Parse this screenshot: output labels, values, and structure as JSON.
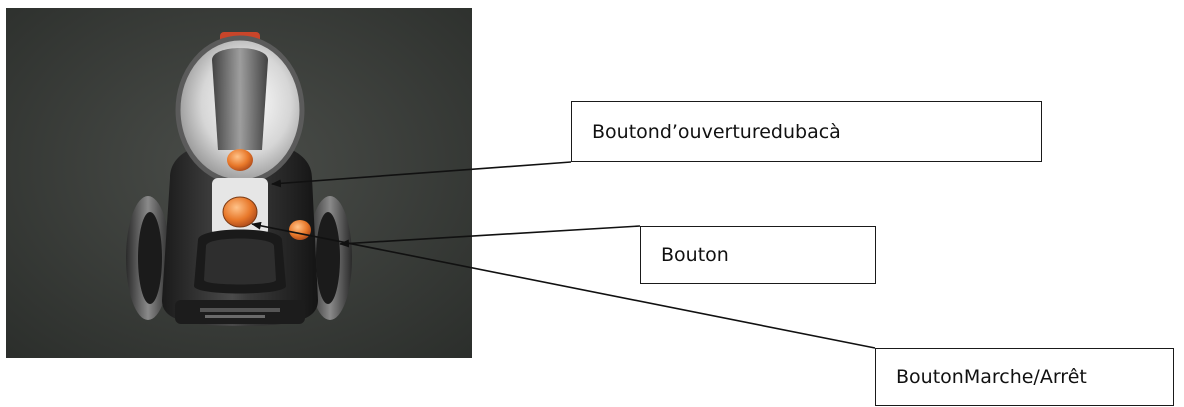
{
  "labels": {
    "bin_release": "Boutond’ouverturedubacà",
    "button": "Bouton",
    "power": "BoutonMarche/Arrêt"
  },
  "colors": {
    "background_photo": "#3a3d3a",
    "accent_orange": "#e8782a",
    "label_border": "#1a1a1a",
    "arrow": "#111111"
  }
}
